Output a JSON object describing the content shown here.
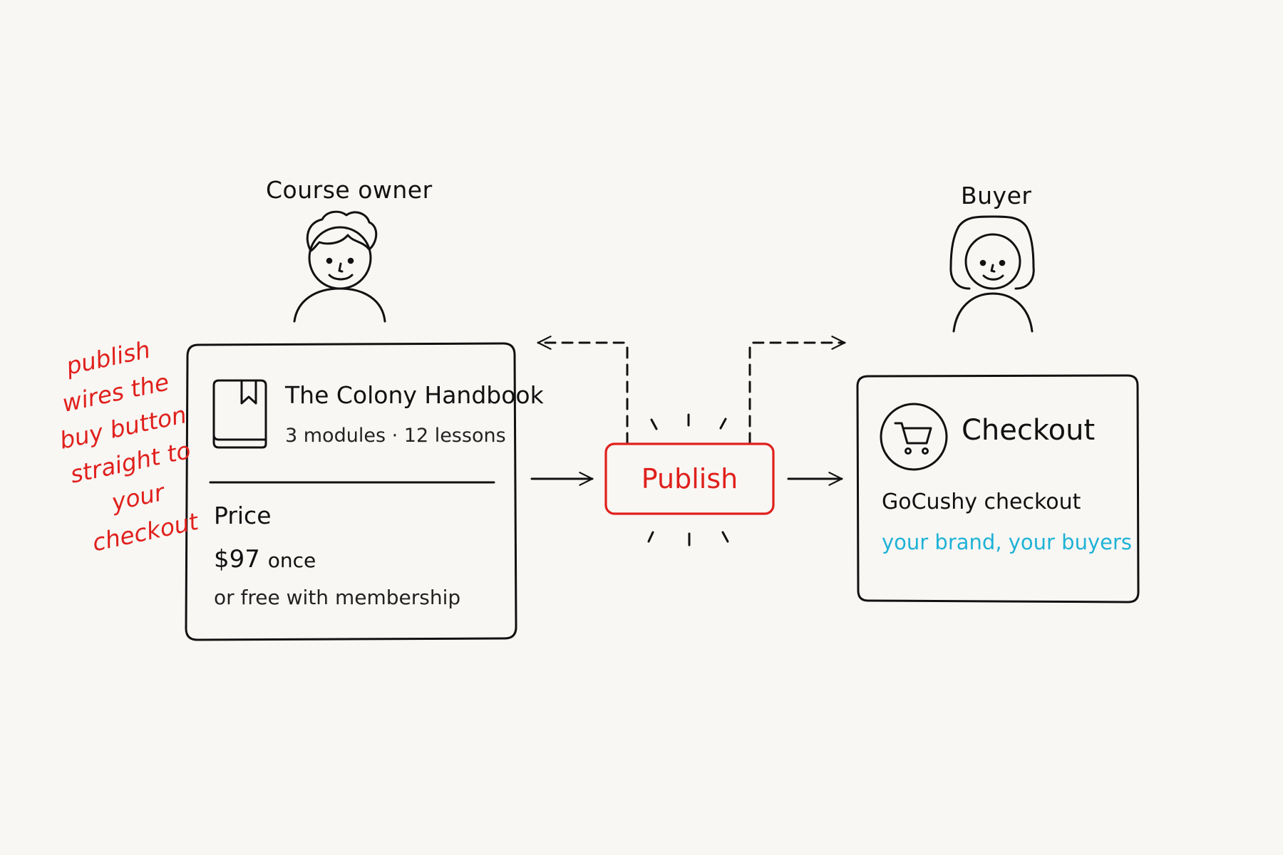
{
  "actors": {
    "owner_label": "Course owner",
    "buyer_label": "Buyer"
  },
  "course_card": {
    "title": "The Colony Handbook",
    "meta": "3 modules · 12 lessons",
    "price_heading": "Price",
    "price_amount": "$97",
    "price_suffix": "once",
    "alt_price": "or free with membership",
    "icon": "book-icon"
  },
  "publish": {
    "label": "Publish",
    "accent_color": "#e0201c"
  },
  "checkout_card": {
    "title": "Checkout",
    "subtitle": "GoCushy checkout",
    "tagline": "your brand, your buyers",
    "icon": "cart-icon",
    "tagline_color": "#1fb2d6"
  },
  "annotation": {
    "lines": [
      "publish",
      "wires the",
      "buy button",
      "straight to",
      "your",
      "checkout"
    ],
    "color": "#e0201c"
  }
}
